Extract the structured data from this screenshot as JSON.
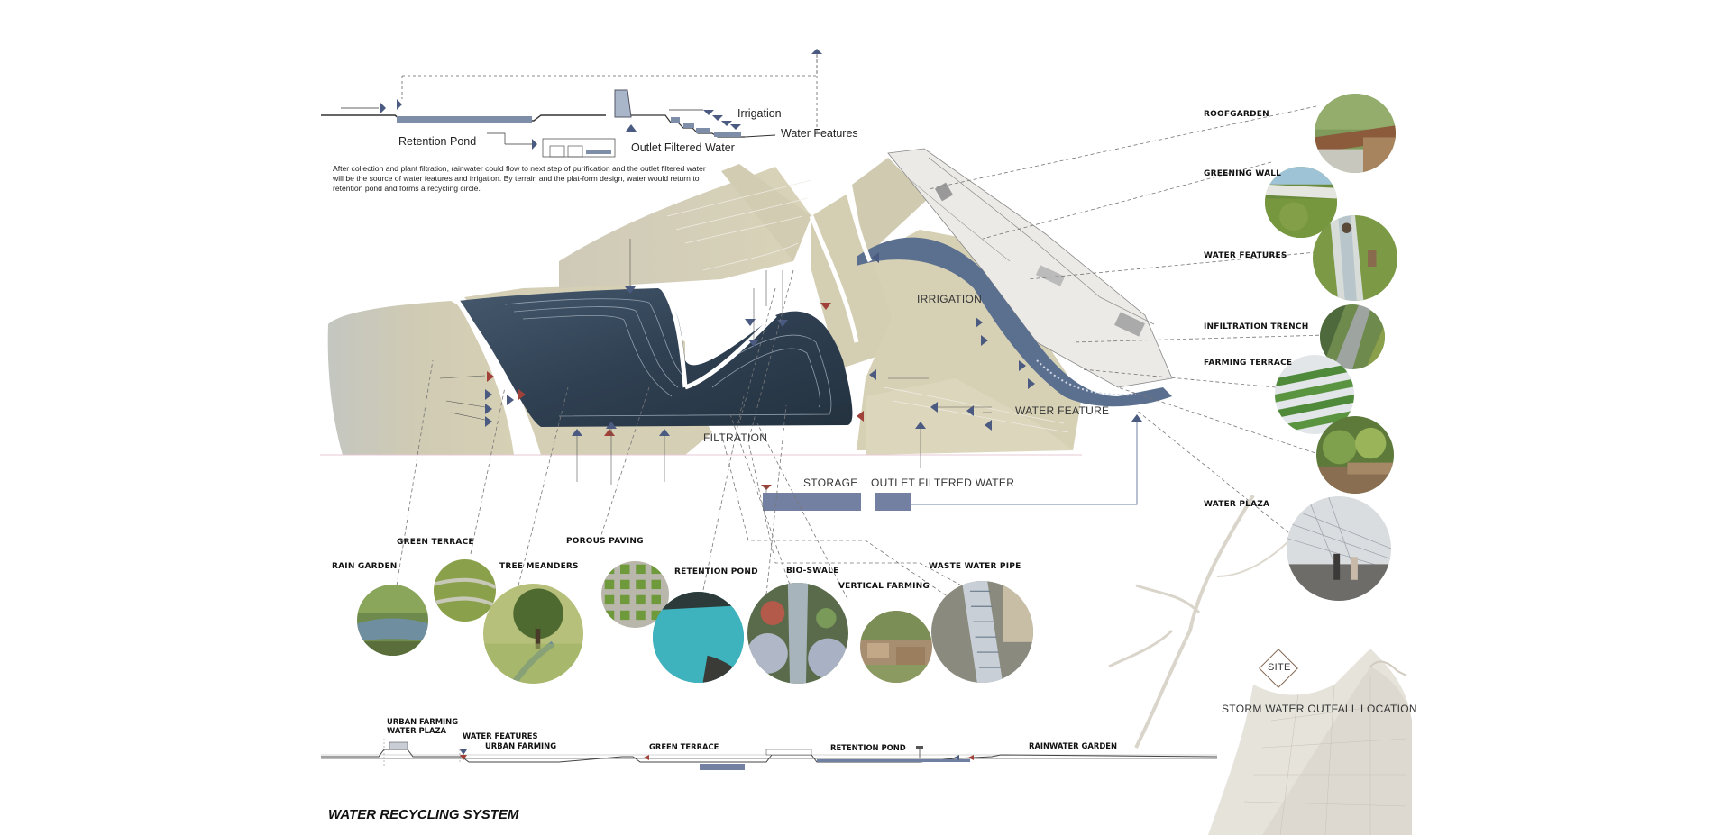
{
  "title": "WATER RECYCLING SYSTEM",
  "description": "After collection and plant filtration, rainwater could flow to next step of purification and the outlet filtered water will be the source of water features and irrigation. By terrain and the plat-form design, water would return to retention pond and forms a recycling circle.",
  "top_section": {
    "irrigation": "Irrigation",
    "retention_pond": "Retention Pond",
    "outlet_filtered_water": "Outlet Filtered Water",
    "water_features": "Water Features"
  },
  "plan_labels": {
    "irrigation": "IRRIGATION",
    "filtration": "FILTRATION",
    "water_feature": "WATER FEATURE",
    "storage": "STORAGE",
    "outlet_filtered_water": "OUTLET FILTERED WATER"
  },
  "right_captions": {
    "roofgarden": "ROOFGARDEN",
    "greening_wall": "GREENING WALL",
    "water_features": "WATER FEATURES",
    "infiltration_trench": "INFILTRATION TRENCH",
    "farming_terrace": "FARMING TERRACE",
    "water_plaza": "WATER PLAZA"
  },
  "bottom_captions": {
    "rain_garden": "RAIN GARDEN",
    "green_terrace": "GREEN TERRACE",
    "tree_meanders": "TREE MEANDERS",
    "porous_paving": "POROUS PAVING",
    "retention_pond": "RETENTION POND",
    "bio_swale": "BIO-SWALE",
    "vertical_farming": "VERTICAL FARMING",
    "waste_water_pipe": "WASTE WATER PIPE"
  },
  "bottom_section": {
    "urban_farming_water_plaza": "URBAN FARMING\nWATER PLAZA",
    "water_features": "WATER FEATURES",
    "urban_farming": "URBAN FARMING",
    "green_terrace": "GREEN TERRACE",
    "retention_pond": "RETENTION POND",
    "rainwater_garden": "RAINWATER GARDEN"
  },
  "map": {
    "site": "SITE",
    "storm_water": "STORM WATER  OUTFALL LOCATION"
  },
  "colors": {
    "pond": "#2e3e4f",
    "grass": "#d4cfb7",
    "accent_blue": "#6f80a3",
    "accent_red": "#a0423a"
  }
}
